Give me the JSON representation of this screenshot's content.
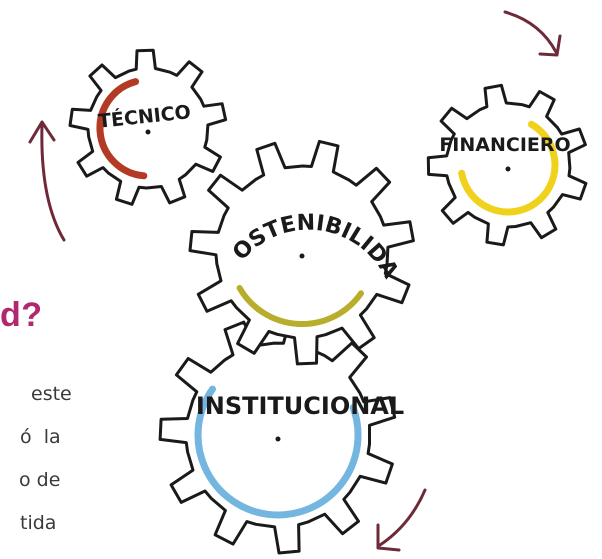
{
  "heading_fragment": "d?",
  "body_fragments": [
    "este",
    "ó  la",
    "o de",
    "tida"
  ],
  "gears": [
    {
      "key": "tecnico",
      "label": "TÉCNICO",
      "accent": "#b33a24"
    },
    {
      "key": "financiero",
      "label": "FINANCIERO",
      "accent": "#f0d21c"
    },
    {
      "key": "sostenibilidad",
      "label": "SOSTENIBILIDAD",
      "accent": "#b9ad2c"
    },
    {
      "key": "institucional",
      "label": "INSTITUCIONAL",
      "accent": "#74b6e0"
    }
  ],
  "colors": {
    "heading": "#b0286e",
    "arrows": "#6e2a38",
    "outline": "#1a1a1a"
  },
  "icons": [
    "cycle-arrow-top-right-icon",
    "cycle-arrow-left-up-icon",
    "cycle-arrow-bottom-left-icon"
  ]
}
